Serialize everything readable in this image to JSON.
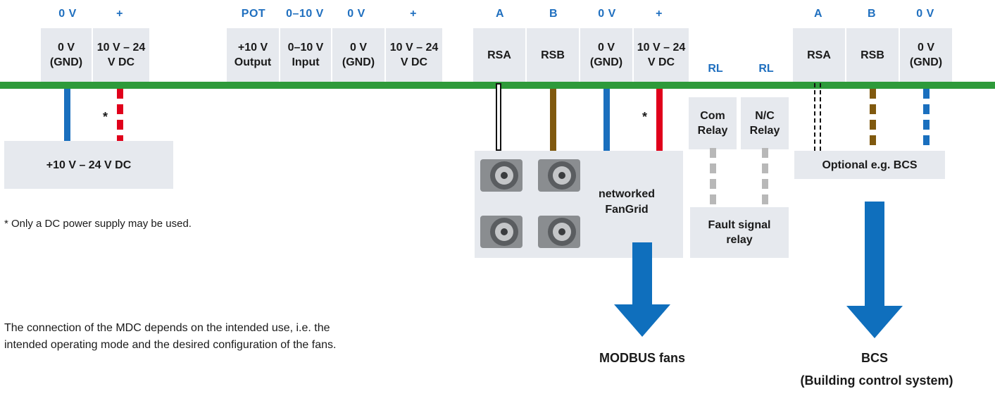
{
  "headers": {
    "h1": "0 V",
    "h2": "+",
    "h3": "POT",
    "h4": "0–10 V",
    "h5": "0 V",
    "h6": "+",
    "h7": "A",
    "h8": "B",
    "h9": "0 V",
    "h10": "+",
    "h11": "A",
    "h12": "B",
    "h13": "0 V"
  },
  "terminals": {
    "t1": "0 V (GND)",
    "t2": "10 V – 24 V DC",
    "t3": "+10 V Output",
    "t4": "0–10 V Input",
    "t5": "0 V (GND)",
    "t6": "10 V – 24 V DC",
    "t7": "RSA",
    "t8": "RSB",
    "t9": "0 V (GND)",
    "t10": "10 V – 24 V DC",
    "t11": "RSA",
    "t12": "RSB",
    "t13": "0 V (GND)"
  },
  "relay": {
    "rl1": "RL",
    "rl2": "RL",
    "com": "Com Relay",
    "nc": "N/C Relay",
    "fault": "Fault signal relay"
  },
  "supply_label": "+10 V – 24 V DC",
  "fangrid_label": "networked FanGrid",
  "optional_label": "Optional e.g. BCS",
  "asterisk": "*",
  "footnote": "* Only a DC power supply may be used.",
  "description": "The connection of the MDC depends on the intended use, i.e. the intended operating mode and the desired configuration of the fans.",
  "modbus_label": "MODBUS fans",
  "bcs_label": "BCS",
  "bcs_sublabel": "(Building control system)",
  "colors": {
    "bus": "#2e9a3a",
    "header": "#1f6fbf",
    "box": "#e6e9ee",
    "arrow": "#0f6fbd"
  }
}
